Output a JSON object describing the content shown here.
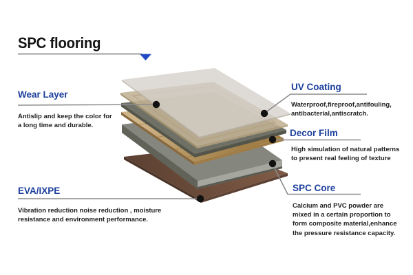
{
  "title": "SPC flooring",
  "palette": {
    "label_blue": "#1c3f9d",
    "triangle_blue": "#2149c1",
    "callout_gray": "#8b8b8b",
    "title_line_gray": "#787878",
    "dot_black": "#111111",
    "text_dark": "#1e1e1e",
    "uv_top": "#d5d0c9",
    "uv_edge": "#b7b0a5",
    "wear_top": "#c2b295",
    "wear_edge_left": "#a08f6a",
    "wear_edge_right": "#b2a17d",
    "wear_inner_line": "#b09f7e",
    "dark_sheet_top": "#6f7066",
    "dark_sheet_edge": "#53544a",
    "decor_light": "#cfb488",
    "decor_dark": "#a17f47",
    "decor_edge_left": "#88683c",
    "decor_edge_right": "#a17c45",
    "decor_grain": "#8f6d3c",
    "core_top": "#85867e",
    "core_edge_left": "#616258",
    "core_bevel": "#a5a69e",
    "core_bevel_dark": "#585951",
    "eva_light": "#7d5a45",
    "eva_dark": "#5d4132",
    "eva_edge_left": "#4a3428"
  },
  "callouts": {
    "wear": {
      "label": "Wear Layer",
      "desc": "Antislip and keep the color for\na long time and durable."
    },
    "uv": {
      "label": "UV Coating",
      "desc": "Waterproof,fireproof,antifouling,\nantibacterial,antiscratch."
    },
    "decor": {
      "label": "Decor Film",
      "desc": "High simulation of natural patterns\nto present real feeling of texture"
    },
    "spc": {
      "label": "SPC Core",
      "desc": "Calcium and PVC powder are\nmixed in a certain proportion to\nform composite material,enhance\nthe pressure resistance capacity."
    },
    "eva": {
      "label": "EVA/IXPE",
      "desc": "Vibration reduction noise reduction , moisture\nresistance and environment performance."
    }
  }
}
